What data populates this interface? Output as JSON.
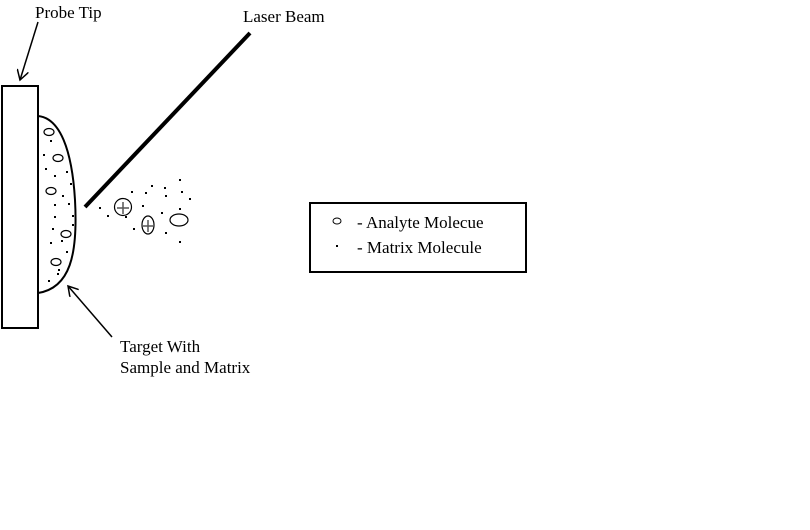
{
  "labels": {
    "probe_tip": "Probe Tip",
    "laser_beam": "Laser Beam",
    "target_line1": "Target With",
    "target_line2": "Sample and Matrix"
  },
  "legend": {
    "analyte": "- Analyte Molecue",
    "matrix": "- Matrix Molecule"
  },
  "colors": {
    "ink": "#000000",
    "background": "#ffffff"
  }
}
